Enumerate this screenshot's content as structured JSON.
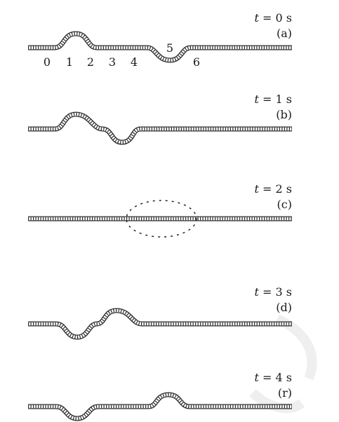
{
  "panels": [
    {
      "id": "a",
      "time": "t = 0 s",
      "time_var": "t",
      "time_rest": " = 0 s",
      "tag": "(a)"
    },
    {
      "id": "b",
      "time": "t = 1 s",
      "time_var": "t",
      "time_rest": " = 1 s",
      "tag": "(b)"
    },
    {
      "id": "c",
      "time": "t = 2 s",
      "time_var": "t",
      "time_rest": " = 2 s",
      "tag": "(c)"
    },
    {
      "id": "d",
      "time": "t = 3 s",
      "time_var": "t",
      "time_rest": " = 3 s",
      "tag": "(d)"
    },
    {
      "id": "e",
      "time": "t = 4 s",
      "time_var": "t",
      "time_rest": " = 4 s",
      "tag": "(r)"
    }
  ],
  "position_labels": [
    "0",
    "1",
    "2",
    "3",
    "4",
    "5",
    "6"
  ]
}
